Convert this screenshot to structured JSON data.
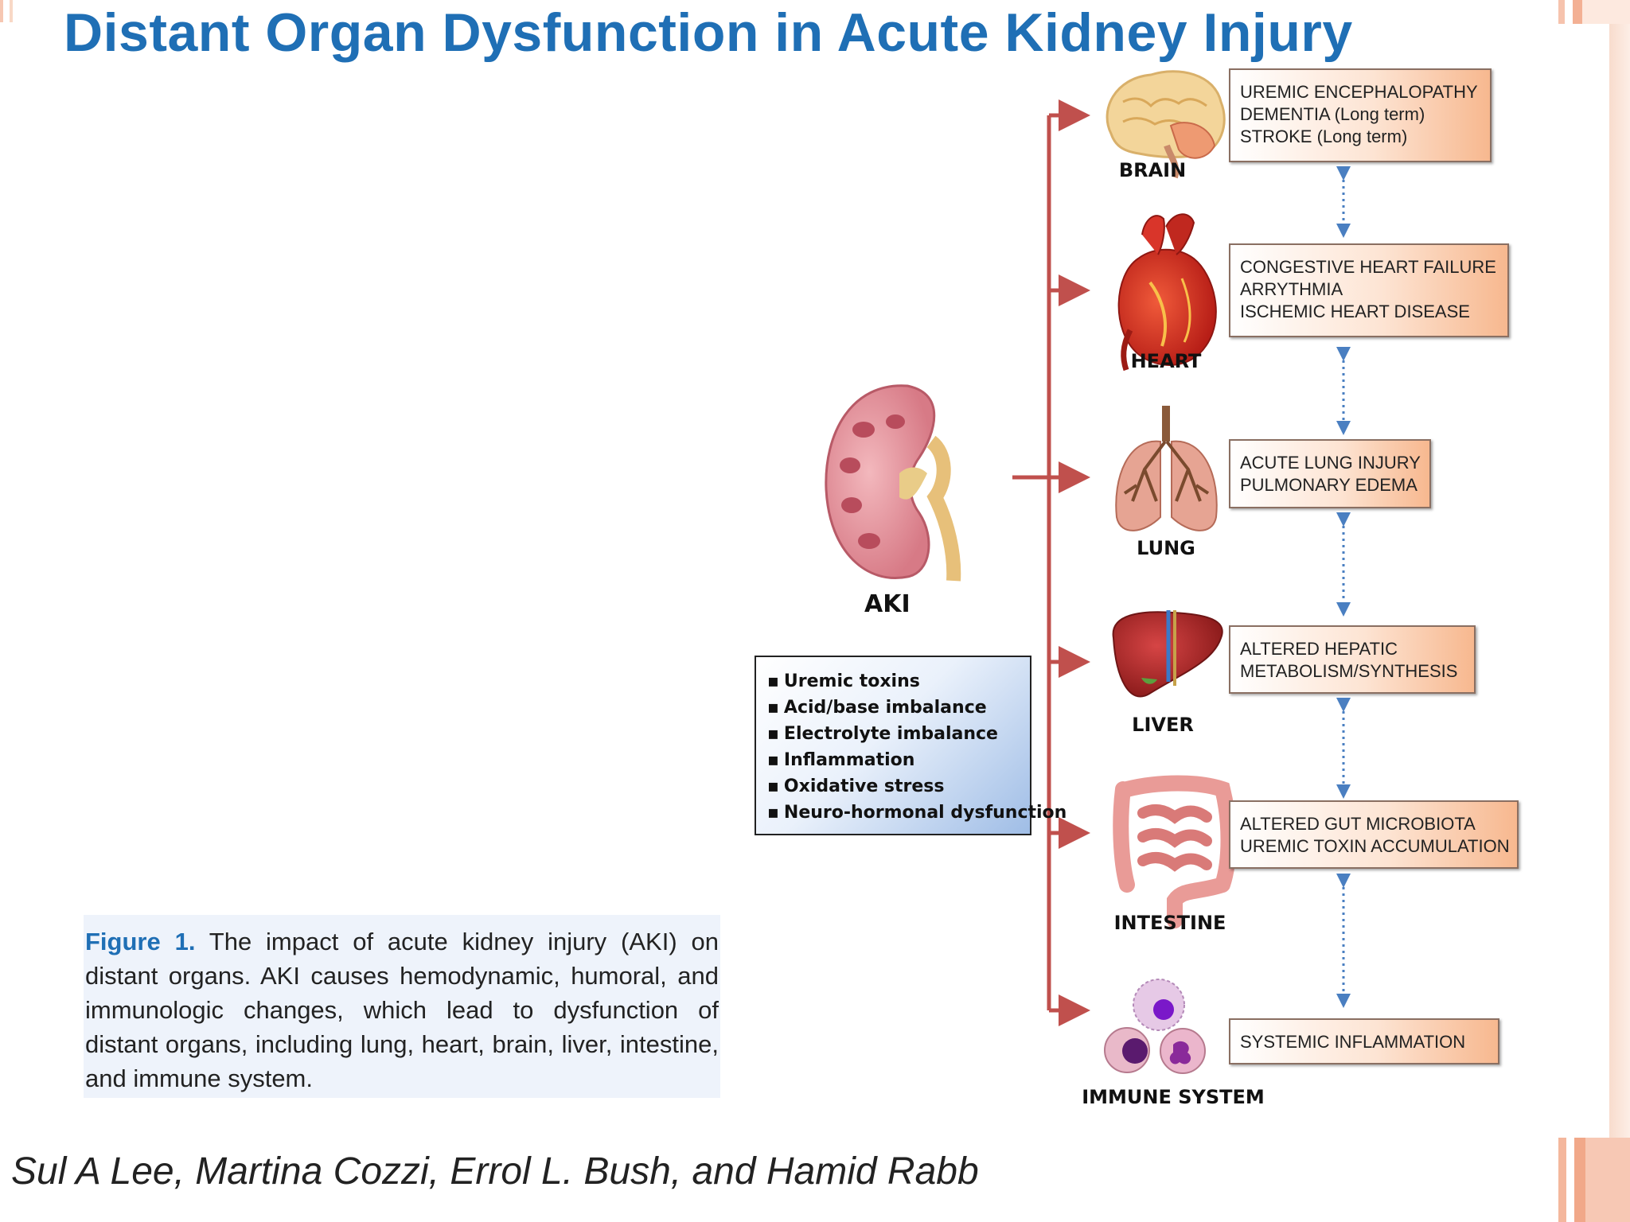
{
  "title": "Distant Organ Dysfunction in Acute Kidney Injury",
  "source_label": "AKI",
  "causes": [
    "Uremic toxins",
    "Acid/base imbalance",
    "Electrolyte imbalance",
    "Inflammation",
    "Oxidative stress",
    "Neuro-hormonal dysfunction"
  ],
  "organs": [
    {
      "label": "BRAIN",
      "icon": "brain-icon",
      "effects": [
        "UREMIC ENCEPHALOPATHY",
        "DEMENTIA (Long term)",
        "STROKE (Long term)"
      ]
    },
    {
      "label": "HEART",
      "icon": "heart-icon",
      "effects": [
        "CONGESTIVE HEART FAILURE",
        "ARRYTHMIA",
        "ISCHEMIC HEART DISEASE"
      ]
    },
    {
      "label": "LUNG",
      "icon": "lung-icon",
      "effects": [
        "ACUTE LUNG INJURY",
        "PULMONARY EDEMA"
      ]
    },
    {
      "label": "LIVER",
      "icon": "liver-icon",
      "effects": [
        "ALTERED HEPATIC",
        "METABOLISM/SYNTHESIS"
      ]
    },
    {
      "label": "INTESTINE",
      "icon": "intestine-icon",
      "effects": [
        "ALTERED GUT MICROBIOTA",
        "UREMIC TOXIN ACCUMULATION"
      ]
    },
    {
      "label": "IMMUNE SYSTEM",
      "icon": "immune-cells-icon",
      "effects": [
        "SYSTEMIC INFLAMMATION"
      ]
    }
  ],
  "caption": {
    "lead": "Figure 1.",
    "text": "The impact of acute kidney injury (AKI) on distant organs. AKI causes hemodynamic, humoral, and immunologic changes, which lead to dysfunction of distant organs, including lung, heart, brain, liver, intestine, and immune system."
  },
  "authors": "Sul A Lee, Martina Cozzi, Errol L. Bush, and Hamid Rabb",
  "colors": {
    "title": "#1f6fb5",
    "arrow": "#c0504d",
    "dotted_arrow": "#4a7fc1",
    "effect_box_end": "#f7b88f",
    "cause_box_end": "#9fbde6"
  }
}
